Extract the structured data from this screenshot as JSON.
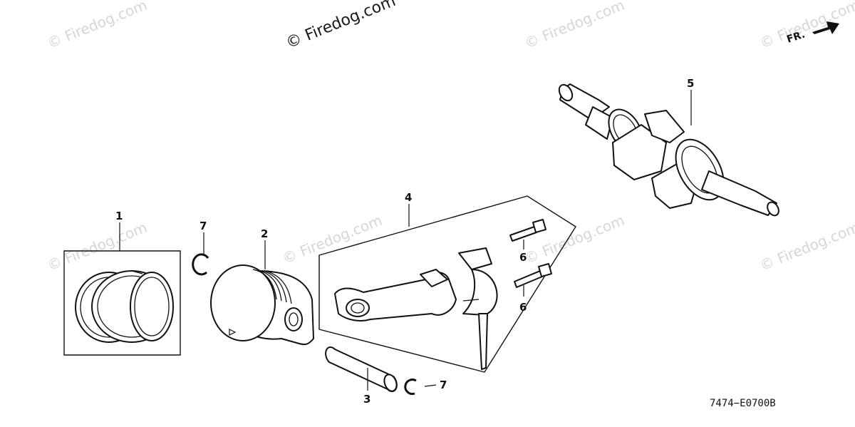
{
  "watermark": {
    "text": "© Firedog.com",
    "main_text": "© Firedog.com"
  },
  "direction": {
    "label": "FR."
  },
  "callouts": {
    "p1": "1",
    "p2": "2",
    "p3": "3",
    "p4": "4",
    "p5": "5",
    "p6a": "6",
    "p6b": "6",
    "p7a": "7",
    "p7b": "7"
  },
  "diagram_code": "7474−E0700B"
}
